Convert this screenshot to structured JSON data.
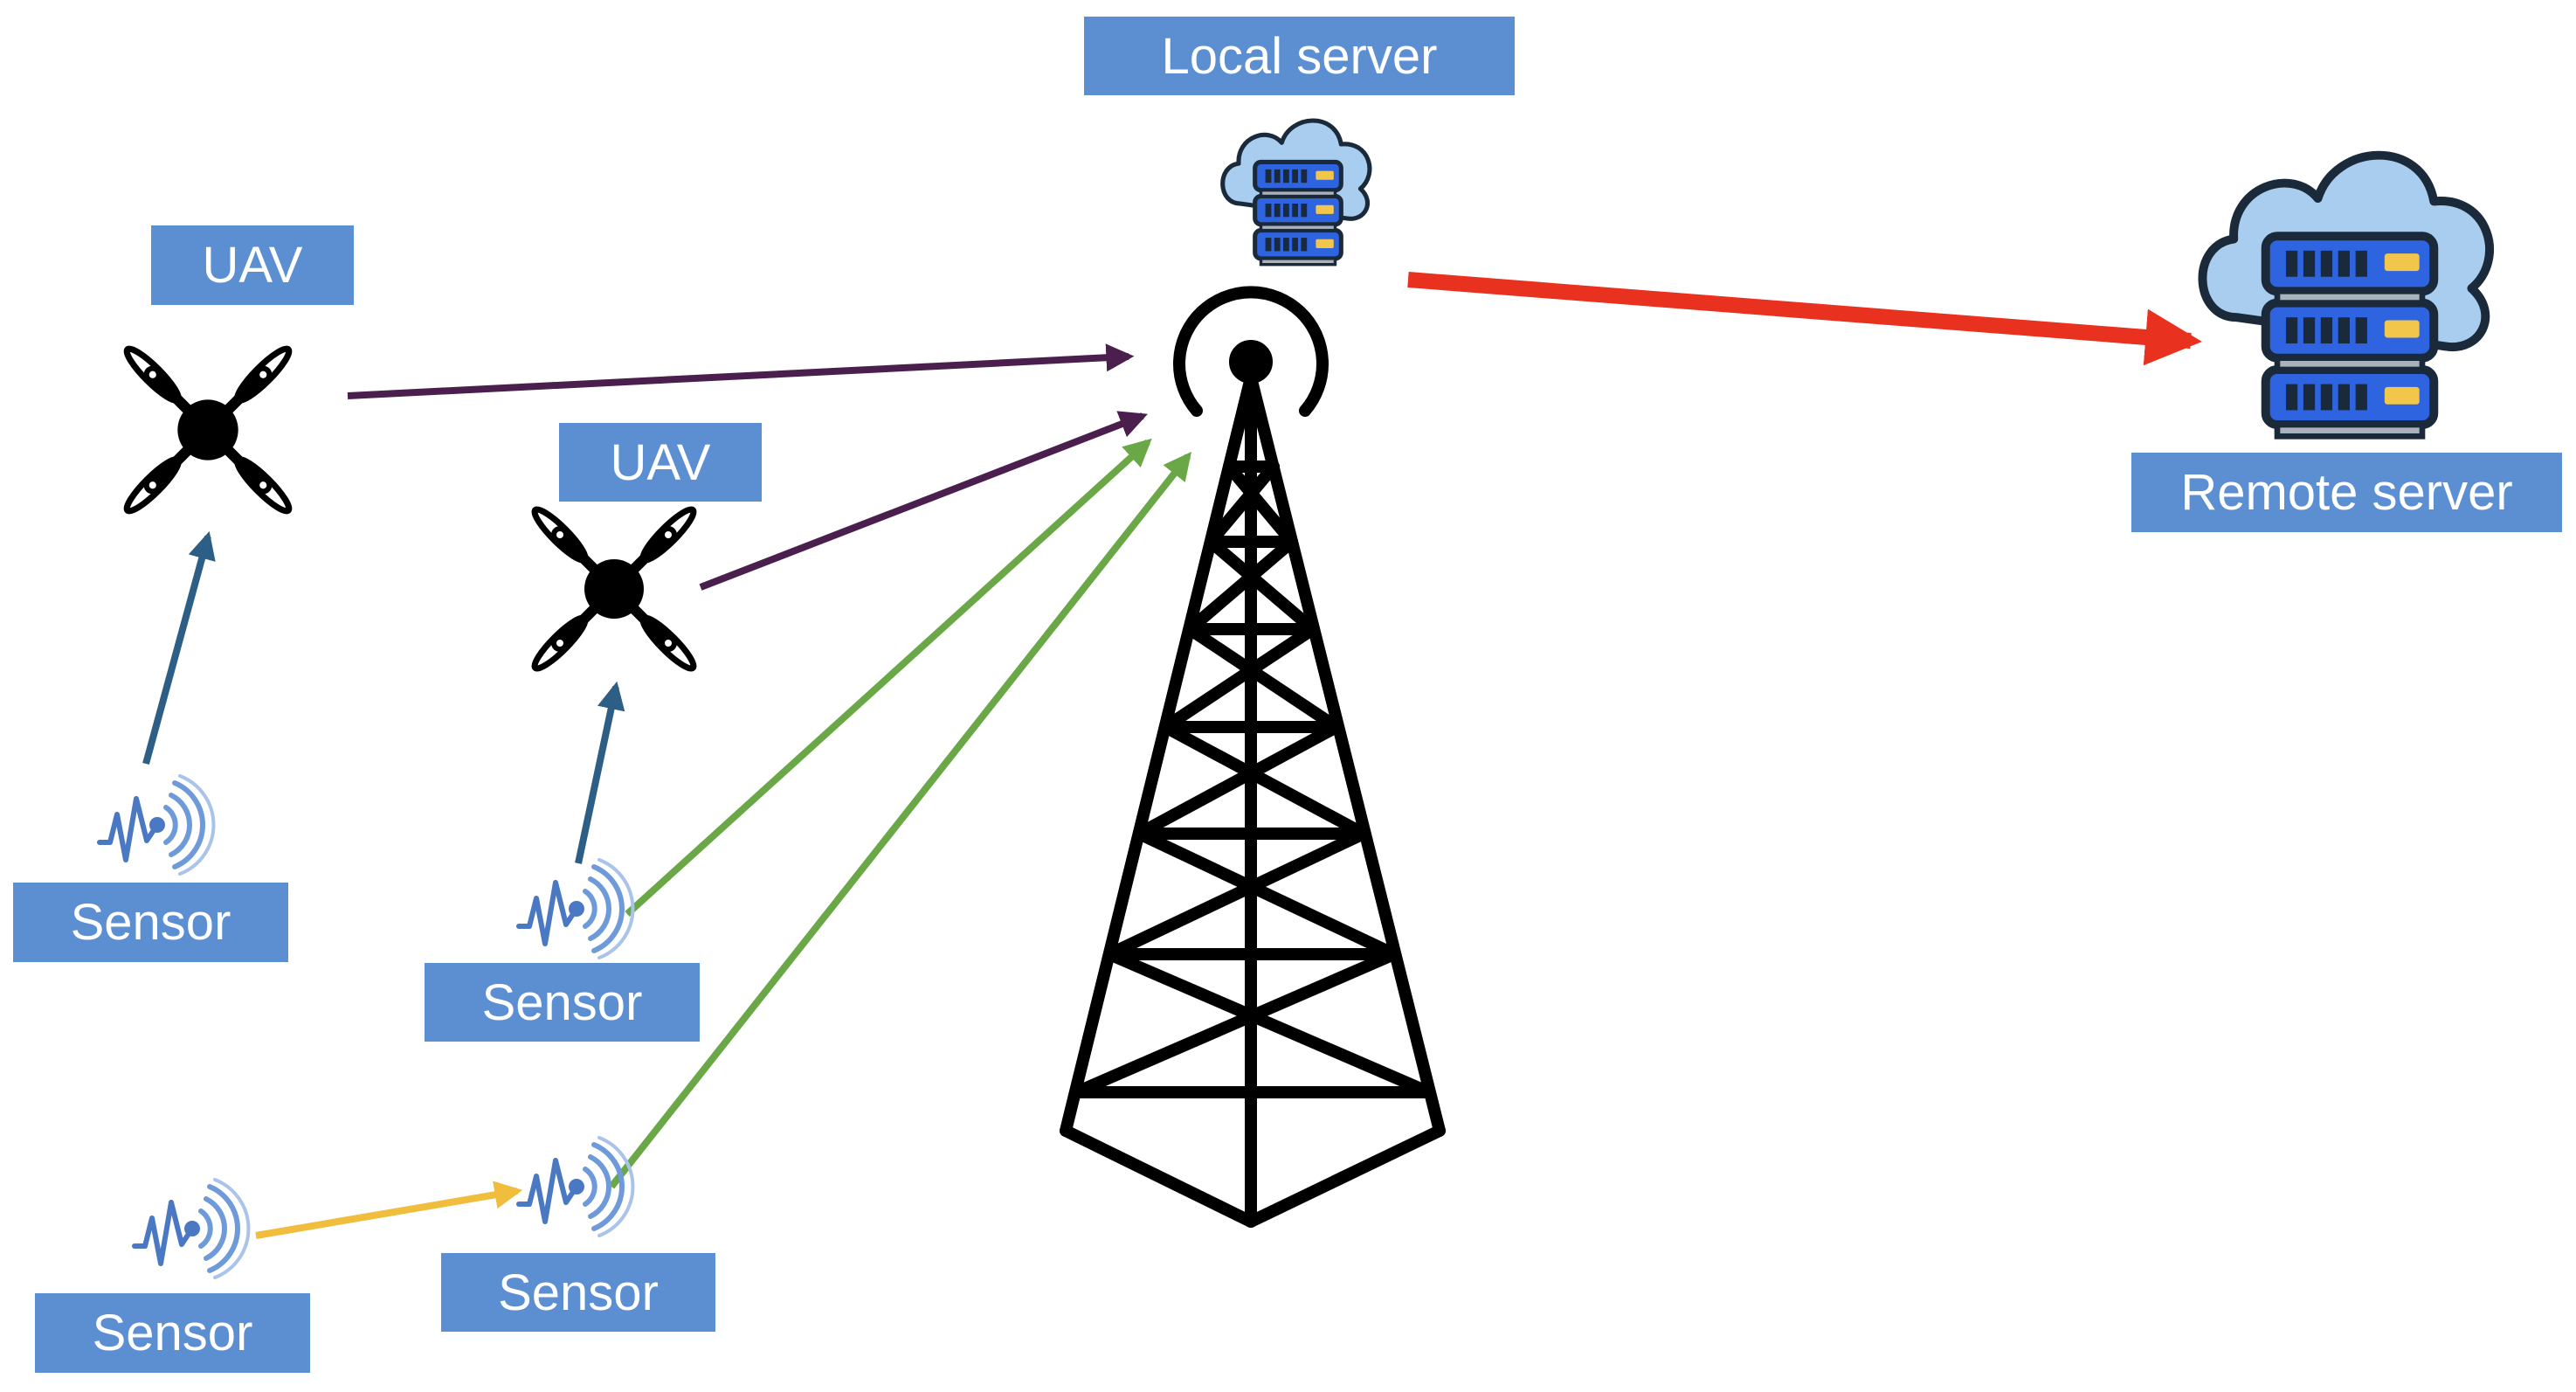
{
  "labels": {
    "local_server": "Local server",
    "remote_server": "Remote server",
    "uav_1": "UAV",
    "uav_2": "UAV",
    "sensor_1": "Sensor",
    "sensor_2": "Sensor",
    "sensor_3": "Sensor",
    "sensor_4": "Sensor"
  },
  "icons": {
    "tower": "cell-tower-icon",
    "local_server": "cloud-server-icon",
    "remote_server": "cloud-server-icon",
    "uav": "drone-icon",
    "sensor": "wireless-sensor-icon"
  },
  "colors": {
    "label_bg": "#5b8fd2",
    "uav_link": "#4a1f4e",
    "sensor_to_uav": "#2d5f86",
    "sensor_to_tower": "#6aa746",
    "sensor_to_sensor": "#f0bd3c",
    "tower_to_remote": "#e8321f",
    "server_blue": "#2f64e0",
    "cloud": "#a9cdee"
  }
}
